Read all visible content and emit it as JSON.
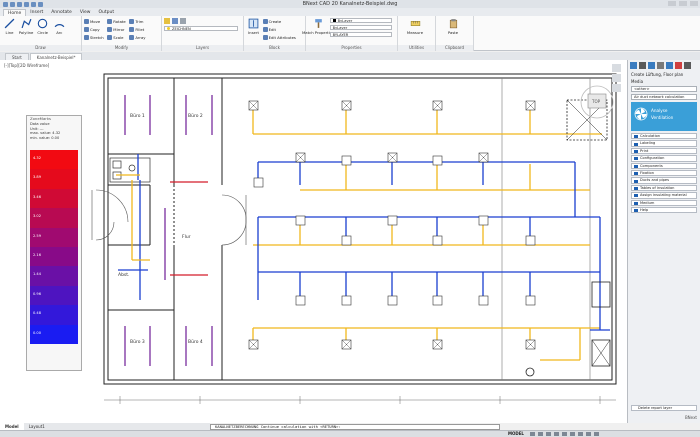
{
  "app": {
    "title": "BNext CAD 20   Kanalnetz-Beispiel.dwg",
    "quick_access_icons": [
      "new-icon",
      "open-icon",
      "save-icon",
      "undo-icon",
      "redo-icon",
      "print-icon"
    ]
  },
  "ribbon": {
    "tabs": [
      "Home",
      "Insert",
      "Annotate",
      "View",
      "Output"
    ],
    "draw": {
      "label": "Draw",
      "tools": [
        "Line",
        "Polyline",
        "Circle",
        "Arc"
      ]
    },
    "modify": {
      "label": "Modify",
      "col1": [
        "Move",
        "Copy",
        "Stretch"
      ],
      "col2": [
        "Rotate",
        "Mirror",
        "Scale"
      ],
      "col3": [
        "Trim",
        "Fillet",
        "Array"
      ]
    },
    "layers": {
      "label": "Layers",
      "current": "ZEICHNEN"
    },
    "block": {
      "label": "Block",
      "insert": "Insert",
      "items": [
        "Create",
        "Edit",
        "Edit Attributes"
      ]
    },
    "properties": {
      "label": "Properties",
      "match": "Match Properties",
      "color": "ByLayer",
      "linetype": "ByLayer",
      "lineweight": "BYLAYER"
    },
    "utilities": {
      "label": "Utilities",
      "measure": "Measure"
    },
    "clipboard": {
      "label": "Clipboard",
      "paste": "Paste"
    }
  },
  "doc_tabs": [
    "Start",
    "Kanalnetz-Beispiel*"
  ],
  "viewport": {
    "label": "[-][Top][2D Wireframe]",
    "room_labels": [
      "Büro 1",
      "Büro 2",
      "Flur",
      "Büro 3",
      "Büro 4",
      "Abst."
    ],
    "viewcube": "TOP"
  },
  "inspector": {
    "header": "ZoneMarks",
    "lines": [
      "Data value",
      "Unit: ---",
      "max. value: 4.32",
      "min. value: 0.00"
    ],
    "bands": [
      {
        "value": "4.32",
        "color": "#f20a12"
      },
      {
        "value": "3.89",
        "color": "#e50a1c"
      },
      {
        "value": "3.46",
        "color": "#d00a35"
      },
      {
        "value": "3.02",
        "color": "#b80a52"
      },
      {
        "value": "2.59",
        "color": "#a00a70"
      },
      {
        "value": "2.16",
        "color": "#880a88"
      },
      {
        "value": "1.44",
        "color": "#6a10a6"
      },
      {
        "value": "0.96",
        "color": "#4e14c0"
      },
      {
        "value": "0.48",
        "color": "#3318da"
      },
      {
        "value": "0.00",
        "color": "#1a1cf2"
      }
    ]
  },
  "panel": {
    "title_line1": "Create Lüftung, Floor plan",
    "title_line2": "Media",
    "media_combo": "<other>",
    "network_combo": "Air duct network calculation",
    "hero_line1": "Analyse",
    "hero_line2": "Ventilation",
    "items": [
      "Calculation",
      "Labeling",
      "Print",
      "Configuration",
      "Components",
      "Fixation",
      "Ducts and pipes",
      "Tables of insulation",
      "Assign insulating material",
      "Medium",
      "Help"
    ],
    "footer": "Delete report layer",
    "brand": "BNext"
  },
  "layout_tabs": [
    "Model",
    "Layout1"
  ],
  "command_line": "KANALNETZBERECHNUNG Continue calculation with <RETURN>:",
  "status": {
    "model": "MODEL"
  },
  "colors": {
    "yellow_duct": "#f1b81c",
    "blue_duct": "#1a3fd0",
    "purple_pipe": "#7a2e9e",
    "red_pipe": "#d41c2a",
    "panel_accent": "#3a9fd8"
  }
}
